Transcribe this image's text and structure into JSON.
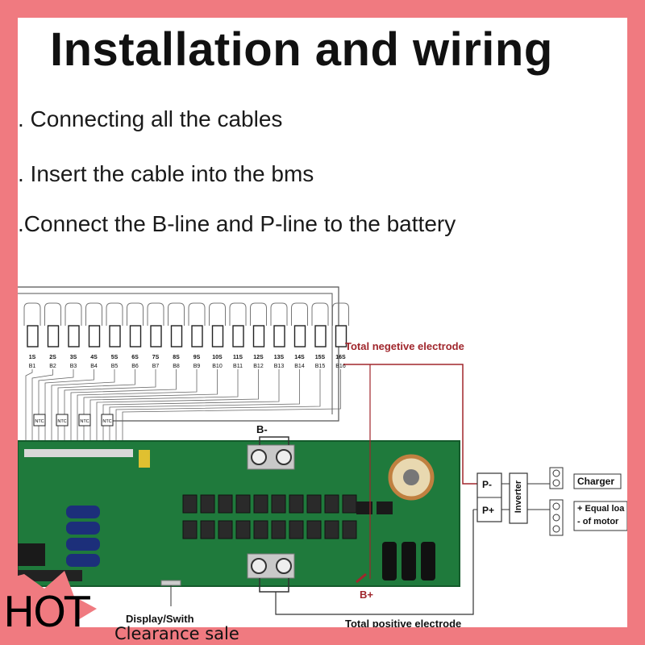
{
  "title": "Installation and wiring",
  "steps": [
    ". Connecting all the cables",
    ". Insert the cable into the bms",
    ".Connect the B-line and P-line to the battery"
  ],
  "cells": {
    "top_labels": [
      "1S",
      "2S",
      "3S",
      "4S",
      "5S",
      "6S",
      "7S",
      "8S",
      "9S",
      "10S",
      "11S",
      "12S",
      "13S",
      "14S",
      "15S",
      "16S"
    ],
    "bottom_labels": [
      "B1",
      "B2",
      "B3",
      "B4",
      "B5",
      "B6",
      "B7",
      "B8",
      "B9",
      "B10",
      "B11",
      "B12",
      "B13",
      "B14",
      "B15",
      "B16"
    ],
    "ntc_label": "NTC"
  },
  "labels": {
    "total_negative": "Total negetive electrode",
    "total_positive": "Total positive electrode",
    "b_minus": "B-",
    "b_plus": "B+",
    "p_minus": "P-",
    "p_plus": "P+",
    "inverter": "Inverter",
    "charger": "Charger",
    "equal_load": "+ Equal loa",
    "of_motor": "- of motor",
    "display": "Display/Swith"
  },
  "badges": {
    "hot": "HOT",
    "clearance": "Clearance sale"
  },
  "colors": {
    "background_border": "#f07a80",
    "pcb_green": "#1f7a3c",
    "wire_red": "#a0262c",
    "text_red": "#a0262c"
  }
}
